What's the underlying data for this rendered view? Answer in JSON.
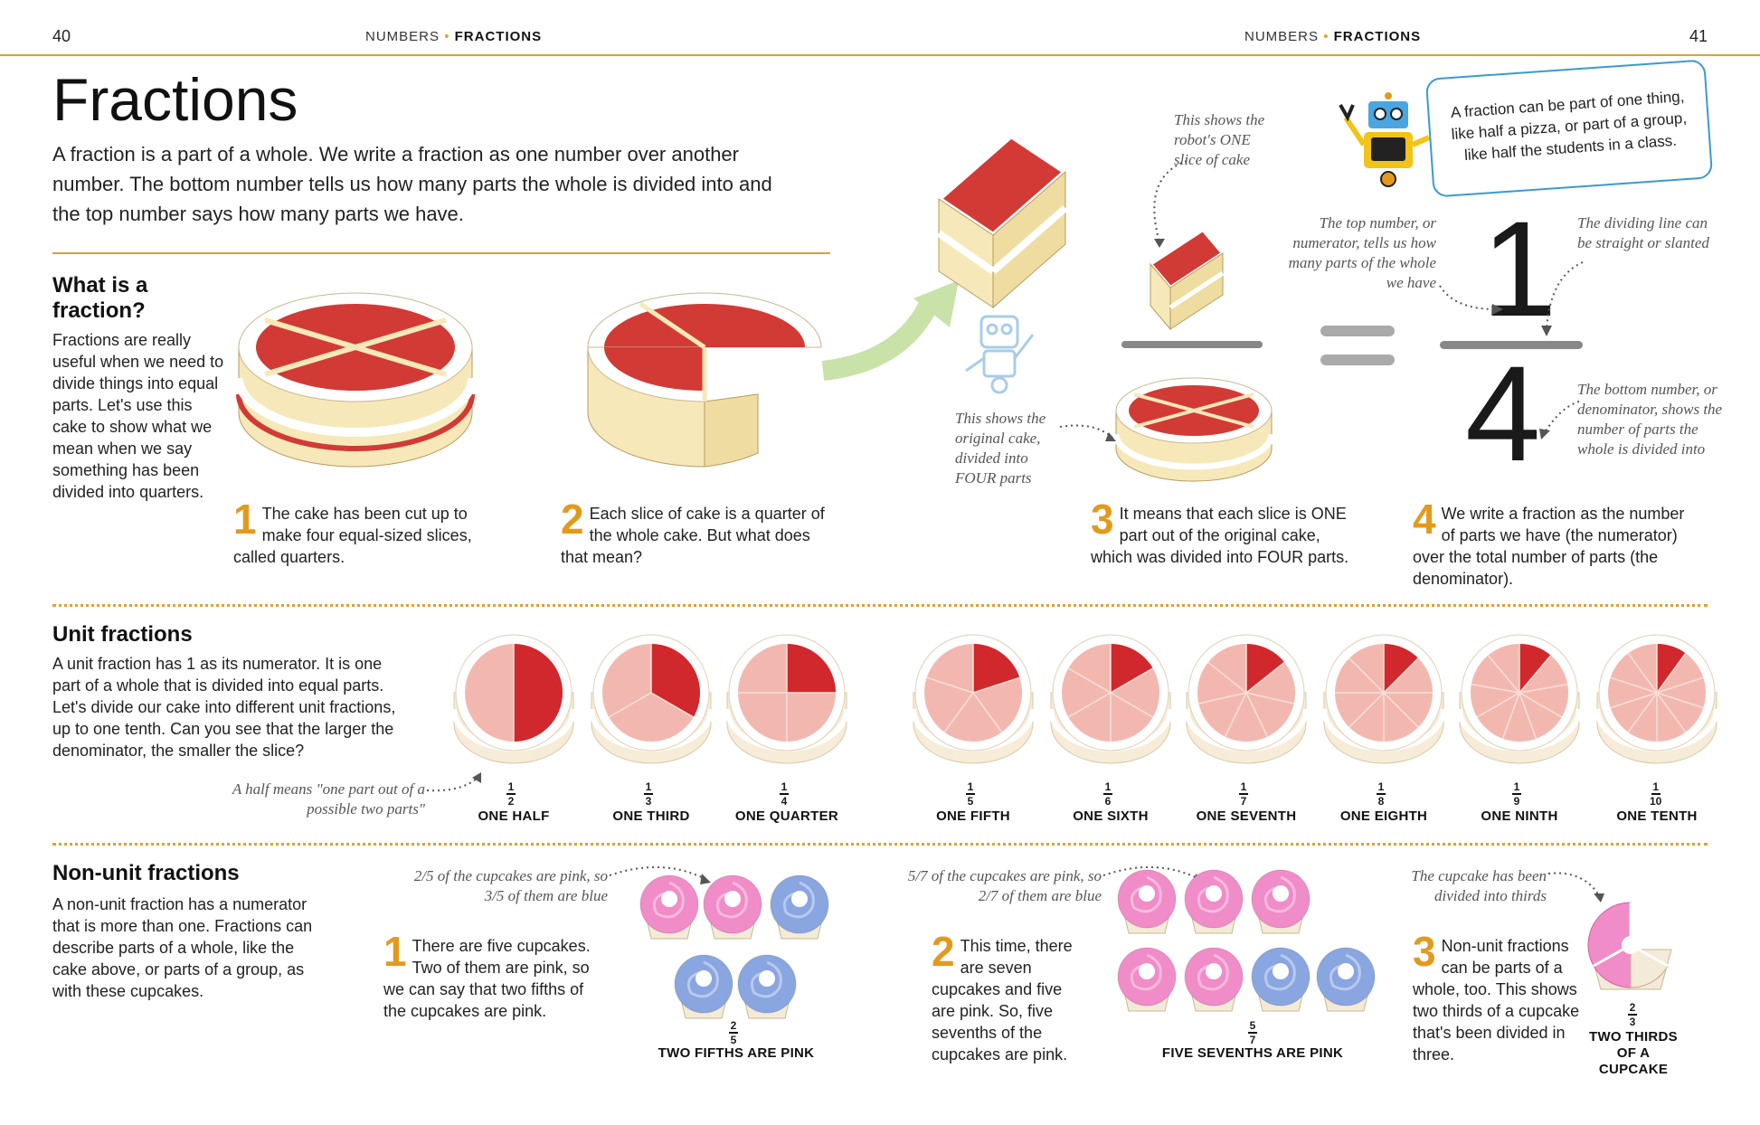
{
  "header": {
    "left_page_number": "40",
    "right_page_number": "41",
    "section": "NUMBERS",
    "topic": "FRACTIONS"
  },
  "title": "Fractions",
  "intro": "A fraction is a part of a whole. We write a fraction as one number over another number. The bottom number tells us how many parts the whole is divided into and the top number says how many parts we have.",
  "what_is": {
    "heading": "What is a fraction?",
    "body": "Fractions are really useful when we need to divide things into equal parts. Let's use this cake to show what we mean when we say something has been divided into quarters.",
    "steps": [
      {
        "num": "1",
        "text": "The cake has been cut up to make four equal-sized slices, called quarters."
      },
      {
        "num": "2",
        "text": "Each slice of cake is a quarter of the whole cake. But what does that mean?"
      },
      {
        "num": "3",
        "text": "It means that each slice is ONE part out of the original cake, which was divided into FOUR parts."
      },
      {
        "num": "4",
        "text": "We write a fraction as the number of parts we have (the numerator) over the total number of parts (the denominator)."
      }
    ],
    "notes": {
      "robot_slice": "This shows the robot's ONE slice of cake",
      "original_cake": "This shows the original cake, divided into FOUR parts",
      "numerator": "The top number, or numerator, tells us how many parts of the whole we have",
      "dividing_line": "The dividing line can be straight or slanted",
      "denominator": "The bottom number, or denominator, shows the number of parts the whole is divided into"
    },
    "callout": "A fraction can be part of one thing, like half a pizza, or part of a group, like half the students in a class.",
    "numerator": "1",
    "denominator": "4"
  },
  "unit": {
    "heading": "Unit fractions",
    "body": "A unit fraction has 1 as its numerator. It is one part of a whole that is divided into equal parts. Let's divide our cake into different unit fractions, up to one tenth. Can you see that the larger the denominator, the smaller the slice?",
    "half_note": "A half means \"one part out of a possible two parts\"",
    "fractions": [
      {
        "num": "1",
        "den": "2",
        "label": "ONE HALF"
      },
      {
        "num": "1",
        "den": "3",
        "label": "ONE THIRD"
      },
      {
        "num": "1",
        "den": "4",
        "label": "ONE QUARTER"
      },
      {
        "num": "1",
        "den": "5",
        "label": "ONE FIFTH"
      },
      {
        "num": "1",
        "den": "6",
        "label": "ONE SIXTH"
      },
      {
        "num": "1",
        "den": "7",
        "label": "ONE SEVENTH"
      },
      {
        "num": "1",
        "den": "8",
        "label": "ONE EIGHTH"
      },
      {
        "num": "1",
        "den": "9",
        "label": "ONE NINTH"
      },
      {
        "num": "1",
        "den": "10",
        "label": "ONE TENTH"
      }
    ]
  },
  "nonunit": {
    "heading": "Non-unit fractions",
    "body": "A non-unit fraction has a numerator that is more than one. Fractions can describe parts of a whole, like the cake above, or parts of a group, as with these cupcakes.",
    "steps": [
      {
        "num": "1",
        "text": "There are five cupcakes. Two of them are pink, so we can say that two fifths of the cupcakes are pink."
      },
      {
        "num": "2",
        "text": "This time, there are seven cupcakes and five are pink. So, five sevenths of the cupcakes are pink."
      },
      {
        "num": "3",
        "text": "Non-unit fractions can be parts of a whole, too. This shows two thirds of a cupcake that's been divided in three."
      }
    ],
    "note1": "2/5 of the cupcakes are pink, so 3/5 of them are blue",
    "note2": "5/7 of the cupcakes are pink, so 2/7 of them are blue",
    "note3": "The cupcake has been divided into thirds",
    "groups": [
      {
        "num": "2",
        "den": "5",
        "label": "TWO FIFTHS ARE PINK"
      },
      {
        "num": "5",
        "den": "7",
        "label": "FIVE SEVENTHS ARE PINK"
      },
      {
        "num": "2",
        "den": "3",
        "label": "TWO THIRDS OF A CUPCAKE"
      }
    ]
  },
  "colors": {
    "accent": "#e39a1c",
    "jam": "#d23a36",
    "cake": "#f6e8b8",
    "pink": "#f08cc8",
    "blue": "#8aa6e0",
    "callout_border": "#3a9ad0"
  }
}
